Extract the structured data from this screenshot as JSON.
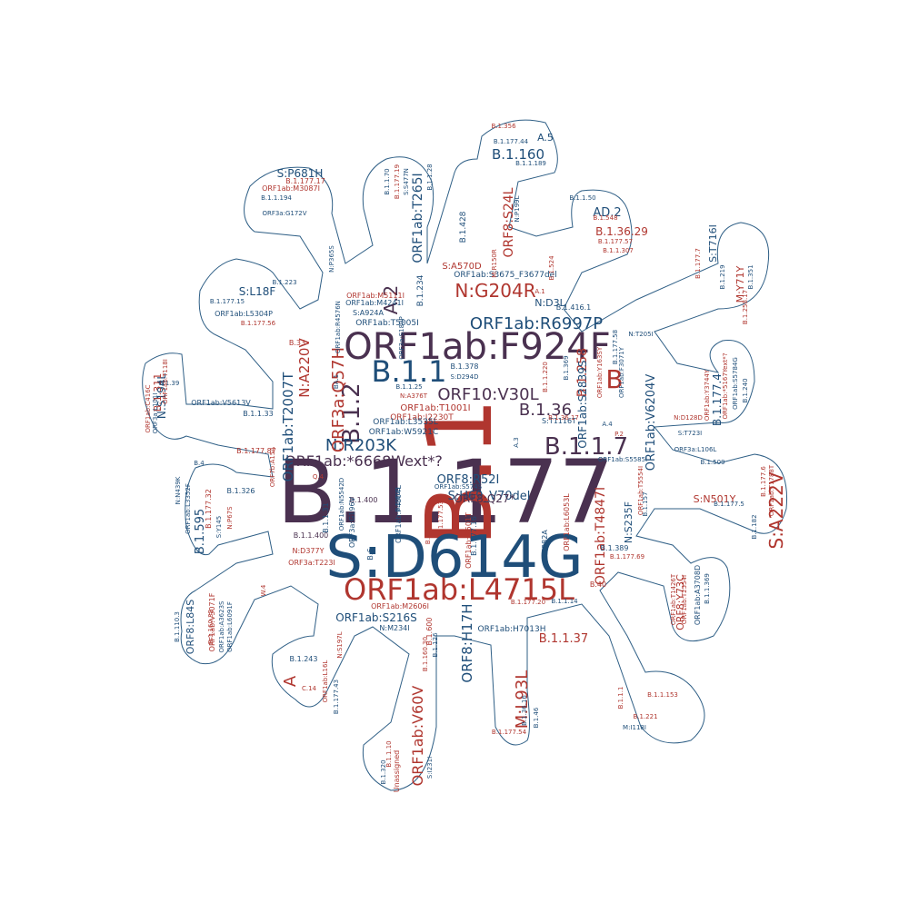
{
  "colors": {
    "dark": "#4a3150",
    "blue": "#1f4e79",
    "red": "#b0362f",
    "outline": "#2f5f86"
  },
  "words": [
    {
      "t": "B.1.177",
      "c": "dark"
    },
    {
      "t": "B.1",
      "c": "red"
    },
    {
      "t": "S:D614G",
      "c": "blue"
    },
    {
      "t": "ORF1ab:F924F",
      "c": "dark"
    },
    {
      "t": "ORF1ab:L4715L",
      "c": "red"
    },
    {
      "t": "B.1.1",
      "c": "blue"
    },
    {
      "t": "B.1.1.7",
      "c": "dark"
    },
    {
      "t": "ORF1ab:R6997P",
      "c": "blue"
    },
    {
      "t": "B.1.2",
      "c": "dark"
    },
    {
      "t": "N:G204R",
      "c": "red"
    },
    {
      "t": "ORF10:V30L",
      "c": "dark"
    },
    {
      "t": "B.1.36",
      "c": "dark"
    },
    {
      "t": "N:R203K",
      "c": "blue"
    },
    {
      "t": "ORF1ab:*6668Wext*?",
      "c": "dark"
    },
    {
      "t": "ORF3a:Q57H",
      "c": "red"
    },
    {
      "t": "N:A220V",
      "c": "red"
    },
    {
      "t": "A.2",
      "c": "dark"
    },
    {
      "t": "B",
      "c": "red"
    },
    {
      "t": "ORF1ab:T2007T",
      "c": "blue"
    },
    {
      "t": "S:A222V",
      "c": "red"
    },
    {
      "t": "M:L93L",
      "c": "red"
    },
    {
      "t": "ORF1ab:V60V",
      "c": "red"
    },
    {
      "t": "ORF8:H17H",
      "c": "blue"
    },
    {
      "t": "ORF1ab:T4847I",
      "c": "red"
    },
    {
      "t": "B.1.258",
      "c": "red"
    },
    {
      "t": "ORF1ab:T265I",
      "c": "blue"
    },
    {
      "t": "ORF8:S24L",
      "c": "red"
    },
    {
      "t": "B.1.160",
      "c": "blue"
    },
    {
      "t": "S:H69_V70del",
      "c": "blue"
    },
    {
      "t": "ORF8:R52I",
      "c": "blue"
    },
    {
      "t": "ORF8:Q27*",
      "c": "dark"
    },
    {
      "t": "ORF1ab:S2839S",
      "c": "blue"
    },
    {
      "t": "ORF1ab:V6204V",
      "c": "blue"
    },
    {
      "t": "B.1.177.4",
      "c": "blue"
    },
    {
      "t": "B.1.1.37",
      "c": "red"
    },
    {
      "t": "N:D3L",
      "c": "blue"
    },
    {
      "t": "ORF1ab:S216S",
      "c": "blue"
    },
    {
      "t": "S:P681H",
      "c": "blue"
    },
    {
      "t": "S:L18F",
      "c": "blue"
    },
    {
      "t": "B.1.595",
      "c": "blue"
    },
    {
      "t": "ORF8:L84S",
      "c": "blue"
    },
    {
      "t": "A",
      "c": "red"
    },
    {
      "t": "AD.2",
      "c": "blue"
    },
    {
      "t": "B.1.36.29",
      "c": "red"
    },
    {
      "t": "S:T716I",
      "c": "blue"
    },
    {
      "t": "M:Y71Y",
      "c": "red"
    },
    {
      "t": "S:N501Y",
      "c": "red"
    },
    {
      "t": "ORF8:Y73C",
      "c": "red"
    },
    {
      "t": "N:S194L",
      "c": "blue"
    },
    {
      "t": "B.1.311",
      "c": "red"
    },
    {
      "t": "N:S235F",
      "c": "blue"
    },
    {
      "t": "A.5",
      "c": "blue"
    },
    {
      "t": "S:A570D",
      "c": "red"
    },
    {
      "t": "ORF1ab:S3675_F3677del",
      "c": "blue"
    },
    {
      "t": "ORF1ab:T1001I",
      "c": "red"
    },
    {
      "t": "ORF1ab:I2230T",
      "c": "red"
    },
    {
      "t": "ORF1ab:L3535L",
      "c": "blue"
    },
    {
      "t": "ORF1ab:W5921C",
      "c": "blue"
    },
    {
      "t": "ORF1ab:T5005I",
      "c": "blue"
    },
    {
      "t": "ORF1ab:M5111I",
      "c": "red"
    },
    {
      "t": "ORF1ab:M4241I",
      "c": "blue"
    },
    {
      "t": "S:A924A",
      "c": "blue"
    },
    {
      "t": "ORF1ab:H7013H",
      "c": "blue"
    },
    {
      "t": "ORF1ab:M2606I",
      "c": "red"
    },
    {
      "t": "N:M234I",
      "c": "blue"
    },
    {
      "t": "ORF1ab:P4804L",
      "c": "blue"
    },
    {
      "t": "N:D377Y",
      "c": "red"
    },
    {
      "t": "ORF3a:T223I",
      "c": "red"
    },
    {
      "t": "B.1.1.400",
      "c": "dark"
    },
    {
      "t": "B.1.400",
      "c": "dark"
    },
    {
      "t": "B.1.177.87",
      "c": "red"
    },
    {
      "t": "B.1.326",
      "c": "blue"
    },
    {
      "t": "B.1.1.33",
      "c": "blue"
    },
    {
      "t": "ORF1ab:V5613V",
      "c": "blue"
    },
    {
      "t": "B.1.39",
      "c": "blue"
    },
    {
      "t": "B.33",
      "c": "red"
    },
    {
      "t": "B.1.234",
      "c": "blue"
    },
    {
      "t": "B.1.223",
      "c": "blue"
    },
    {
      "t": "B.1.428",
      "c": "blue"
    },
    {
      "t": "B.1.378",
      "c": "blue"
    },
    {
      "t": "B.1.1.25",
      "c": "blue"
    },
    {
      "t": "N:A376T",
      "c": "red"
    },
    {
      "t": "S:D294D",
      "c": "blue"
    },
    {
      "t": "B.1.369",
      "c": "blue"
    },
    {
      "t": "B.1.1.220",
      "c": "red"
    },
    {
      "t": "B.1.416.1",
      "c": "blue"
    },
    {
      "t": "N:T205I",
      "c": "blue"
    },
    {
      "t": "ORF1ab:Y163SY",
      "c": "red"
    },
    {
      "t": "ORF1ab:F3071Y",
      "c": "blue"
    },
    {
      "t": "S:T1116T",
      "c": "blue"
    },
    {
      "t": "A.4",
      "c": "blue"
    },
    {
      "t": "P.2",
      "c": "red"
    },
    {
      "t": "ORF1ab:S5585I",
      "c": "blue"
    },
    {
      "t": "ORF3a:L106L",
      "c": "blue"
    },
    {
      "t": "S:T723I",
      "c": "blue"
    },
    {
      "t": "N:D128D",
      "c": "red"
    },
    {
      "t": "ORF1ab:Y3744Y",
      "c": "red"
    },
    {
      "t": "ORF1ab:*5167Yext*?",
      "c": "red"
    },
    {
      "t": "ORF1ab:S5784G",
      "c": "blue"
    },
    {
      "t": "B.1.240",
      "c": "blue"
    },
    {
      "t": "B.1.509",
      "c": "blue"
    },
    {
      "t": "B.1.177.5",
      "c": "blue"
    },
    {
      "t": "B.1.182",
      "c": "blue"
    },
    {
      "t": "B.1.177.6",
      "c": "red"
    },
    {
      "t": "ORF1ab:T1788T",
      "c": "red"
    },
    {
      "t": "B.1.389",
      "c": "blue"
    },
    {
      "t": "B.1.177.69",
      "c": "red"
    },
    {
      "t": "B.40",
      "c": "red"
    },
    {
      "t": "B.1.1.14",
      "c": "blue"
    },
    {
      "t": "B.1.177.20",
      "c": "red"
    },
    {
      "t": "ORF1ab:T1426T",
      "c": "red"
    },
    {
      "t": "ORF1ab:A3708D",
      "c": "blue"
    },
    {
      "t": "ORF1ab:T2554I",
      "c": "red"
    },
    {
      "t": "B.1.1.369",
      "c": "blue"
    },
    {
      "t": "B.1.1.1",
      "c": "red"
    },
    {
      "t": "B.1.1.153",
      "c": "red"
    },
    {
      "t": "B.1.221",
      "c": "red"
    },
    {
      "t": "M:I118I",
      "c": "blue"
    },
    {
      "t": "B.1.36.16",
      "c": "blue"
    },
    {
      "t": "B.1.46",
      "c": "blue"
    },
    {
      "t": "B.1.177.54",
      "c": "red"
    },
    {
      "t": "B.1.320",
      "c": "blue"
    },
    {
      "t": "B.1.1.10",
      "c": "red"
    },
    {
      "t": "Unassigned",
      "c": "red"
    },
    {
      "t": "S:I231I",
      "c": "blue"
    },
    {
      "t": "B.1.160.30",
      "c": "red"
    },
    {
      "t": "B.1.600",
      "c": "red"
    },
    {
      "t": "B.1.126",
      "c": "blue"
    },
    {
      "t": "B.1.243",
      "c": "blue"
    },
    {
      "t": "C.14",
      "c": "red"
    },
    {
      "t": "ORF1ab:L16L",
      "c": "red"
    },
    {
      "t": "B.1.177.43",
      "c": "blue"
    },
    {
      "t": "N:S197L",
      "c": "red"
    },
    {
      "t": "B.1.110.3",
      "c": "blue"
    },
    {
      "t": "ORF1ab:V3071F",
      "c": "red"
    },
    {
      "t": "ORF1ab:A3623S",
      "c": "blue"
    },
    {
      "t": "ORF1ab:L6091F",
      "c": "blue"
    },
    {
      "t": "B.1.160.32",
      "c": "red"
    },
    {
      "t": "W.4",
      "c": "red"
    },
    {
      "t": "N:N439K",
      "c": "blue"
    },
    {
      "t": "ORF1ab:L3352F",
      "c": "blue"
    },
    {
      "t": "S:Y145",
      "c": "blue"
    },
    {
      "t": "B.1.177.32",
      "c": "red"
    },
    {
      "t": "N:P67S",
      "c": "red"
    },
    {
      "t": "B.4",
      "c": "blue"
    },
    {
      "t": "ORF1ab:C416C",
      "c": "red"
    },
    {
      "t": "ORF3a:L101I",
      "c": "blue"
    },
    {
      "t": "ORF1ab:T118I",
      "c": "red"
    },
    {
      "t": "B.1.177.15",
      "c": "blue"
    },
    {
      "t": "ORF1ab:L5304P",
      "c": "blue"
    },
    {
      "t": "B.1.177.56",
      "c": "red"
    },
    {
      "t": "N:P365S",
      "c": "blue"
    },
    {
      "t": "B.1.177.17",
      "c": "red"
    },
    {
      "t": "ORF1ab:M3087I",
      "c": "red"
    },
    {
      "t": "B.1.1.194",
      "c": "blue"
    },
    {
      "t": "ORF3a:G172V",
      "c": "blue"
    },
    {
      "t": "B.1.1.70",
      "c": "blue"
    },
    {
      "t": "B.1.177.19",
      "c": "red"
    },
    {
      "t": "S:S477N",
      "c": "blue"
    },
    {
      "t": "B.1.1.28",
      "c": "blue"
    },
    {
      "t": "B.1.356",
      "c": "red"
    },
    {
      "t": "B.1.177.44",
      "c": "blue"
    },
    {
      "t": "B.1.1.189",
      "c": "blue"
    },
    {
      "t": "N:P199L",
      "c": "blue"
    },
    {
      "t": "M:R150R",
      "c": "red"
    },
    {
      "t": "B.1.524",
      "c": "red"
    },
    {
      "t": "B.1.1.50",
      "c": "blue"
    },
    {
      "t": "B.1.548",
      "c": "red"
    },
    {
      "t": "B.1.177.57",
      "c": "red"
    },
    {
      "t": "B.1.1.307",
      "c": "red"
    },
    {
      "t": "B.1.177.7",
      "c": "red"
    },
    {
      "t": "B.1.219",
      "c": "blue"
    },
    {
      "t": "B.1.258.17",
      "c": "red"
    },
    {
      "t": "B.1.351",
      "c": "blue"
    },
    {
      "t": "A.1",
      "c": "red"
    },
    {
      "t": "B.1.177.58",
      "c": "blue"
    },
    {
      "t": "B.1.36.17",
      "c": "red"
    },
    {
      "t": "A.3",
      "c": "blue"
    },
    {
      "t": "ORF1ab:T5554I",
      "c": "red"
    },
    {
      "t": "B.1.157",
      "c": "blue"
    },
    {
      "t": "ORF1ab:L6053L",
      "c": "red"
    },
    {
      "t": "S:S982A",
      "c": "blue"
    },
    {
      "t": "ORF1ab:I2501T",
      "c": "red"
    },
    {
      "t": "B.1.177.16",
      "c": "blue"
    },
    {
      "t": "ORF1ab:S574S",
      "c": "blue"
    },
    {
      "t": "B.1.177.53",
      "c": "red"
    },
    {
      "t": "B.1.177.18",
      "c": "red"
    },
    {
      "t": "B.6",
      "c": "blue"
    },
    {
      "t": "ORF7b:A15A",
      "c": "red"
    },
    {
      "t": "Q.4",
      "c": "red"
    },
    {
      "t": "ORF1ab:N5542D",
      "c": "blue"
    },
    {
      "t": "B.1.609",
      "c": "blue"
    },
    {
      "t": "ORF3a:G196V",
      "c": "blue"
    },
    {
      "t": "B.1.1.31",
      "c": "blue"
    },
    {
      "t": "BA.1",
      "c": "blue"
    },
    {
      "t": "ORF1ab:R4576N",
      "c": "blue"
    },
    {
      "t": "ORF3a:S180P",
      "c": "blue"
    },
    {
      "t": "B.1.177.23",
      "c": "red"
    }
  ]
}
